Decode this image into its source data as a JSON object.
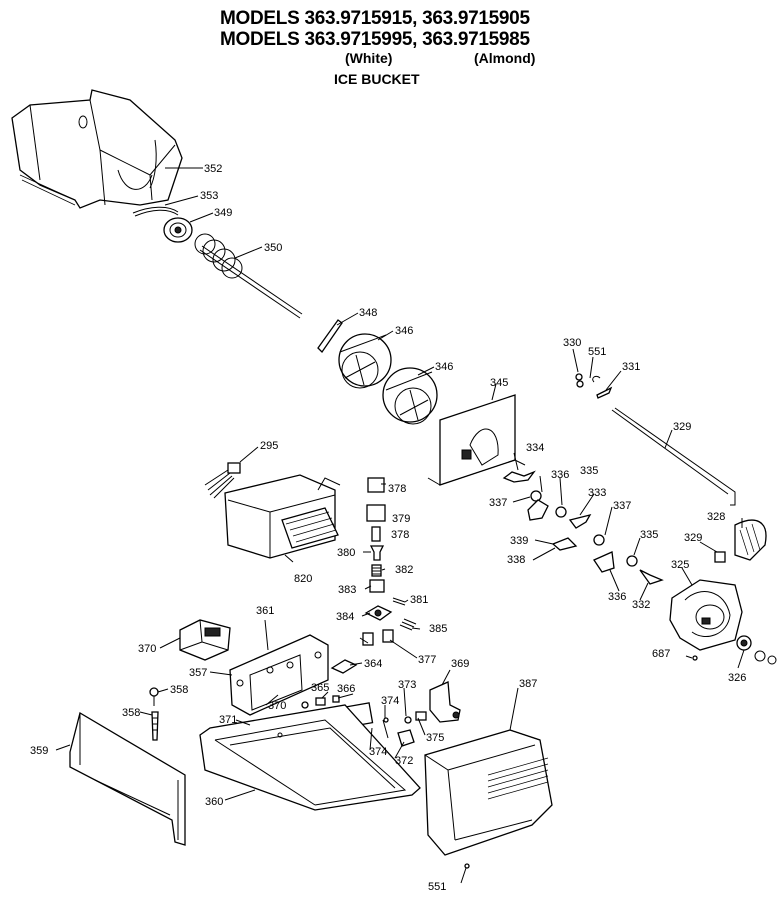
{
  "header": {
    "line1": "MODELS 363.9715915, 363.9715905",
    "line2": "MODELS 363.9715995, 363.9715985",
    "white": "(White)",
    "almond": "(Almond)",
    "title": "ICE BUCKET"
  },
  "parts": [
    {
      "id": "352",
      "label": "352"
    },
    {
      "id": "353",
      "label": "353"
    },
    {
      "id": "349",
      "label": "349"
    },
    {
      "id": "350",
      "label": "350"
    },
    {
      "id": "348",
      "label": "348"
    },
    {
      "id": "346a",
      "label": "346"
    },
    {
      "id": "346b",
      "label": "346"
    },
    {
      "id": "345",
      "label": "345"
    },
    {
      "id": "330",
      "label": "330"
    },
    {
      "id": "551a",
      "label": "551"
    },
    {
      "id": "331",
      "label": "331"
    },
    {
      "id": "329a",
      "label": "329"
    },
    {
      "id": "295",
      "label": "295"
    },
    {
      "id": "378a",
      "label": "378"
    },
    {
      "id": "379",
      "label": "379"
    },
    {
      "id": "378b",
      "label": "378"
    },
    {
      "id": "334",
      "label": "334"
    },
    {
      "id": "336a",
      "label": "336"
    },
    {
      "id": "335a",
      "label": "335"
    },
    {
      "id": "337a",
      "label": "337"
    },
    {
      "id": "333",
      "label": "333"
    },
    {
      "id": "337b",
      "label": "337"
    },
    {
      "id": "328",
      "label": "328"
    },
    {
      "id": "339",
      "label": "339"
    },
    {
      "id": "338",
      "label": "338"
    },
    {
      "id": "329b",
      "label": "329"
    },
    {
      "id": "335b",
      "label": "335"
    },
    {
      "id": "380",
      "label": "380"
    },
    {
      "id": "382",
      "label": "382"
    },
    {
      "id": "820",
      "label": "820"
    },
    {
      "id": "325",
      "label": "325"
    },
    {
      "id": "336b",
      "label": "336"
    },
    {
      "id": "332",
      "label": "332"
    },
    {
      "id": "383",
      "label": "383"
    },
    {
      "id": "381",
      "label": "381"
    },
    {
      "id": "361",
      "label": "361"
    },
    {
      "id": "384",
      "label": "384"
    },
    {
      "id": "385",
      "label": "385"
    },
    {
      "id": "370a",
      "label": "370"
    },
    {
      "id": "377",
      "label": "377"
    },
    {
      "id": "687",
      "label": "687"
    },
    {
      "id": "357",
      "label": "357"
    },
    {
      "id": "364",
      "label": "364"
    },
    {
      "id": "369",
      "label": "369"
    },
    {
      "id": "326",
      "label": "326"
    },
    {
      "id": "358a",
      "label": "358"
    },
    {
      "id": "370b",
      "label": "370"
    },
    {
      "id": "365",
      "label": "365"
    },
    {
      "id": "366",
      "label": "366"
    },
    {
      "id": "373",
      "label": "373"
    },
    {
      "id": "358b",
      "label": "358"
    },
    {
      "id": "374a",
      "label": "374"
    },
    {
      "id": "387",
      "label": "387"
    },
    {
      "id": "371",
      "label": "371"
    },
    {
      "id": "375",
      "label": "375"
    },
    {
      "id": "359",
      "label": "359"
    },
    {
      "id": "374b",
      "label": "374"
    },
    {
      "id": "372",
      "label": "372"
    },
    {
      "id": "360",
      "label": "360"
    },
    {
      "id": "551b",
      "label": "551"
    }
  ]
}
